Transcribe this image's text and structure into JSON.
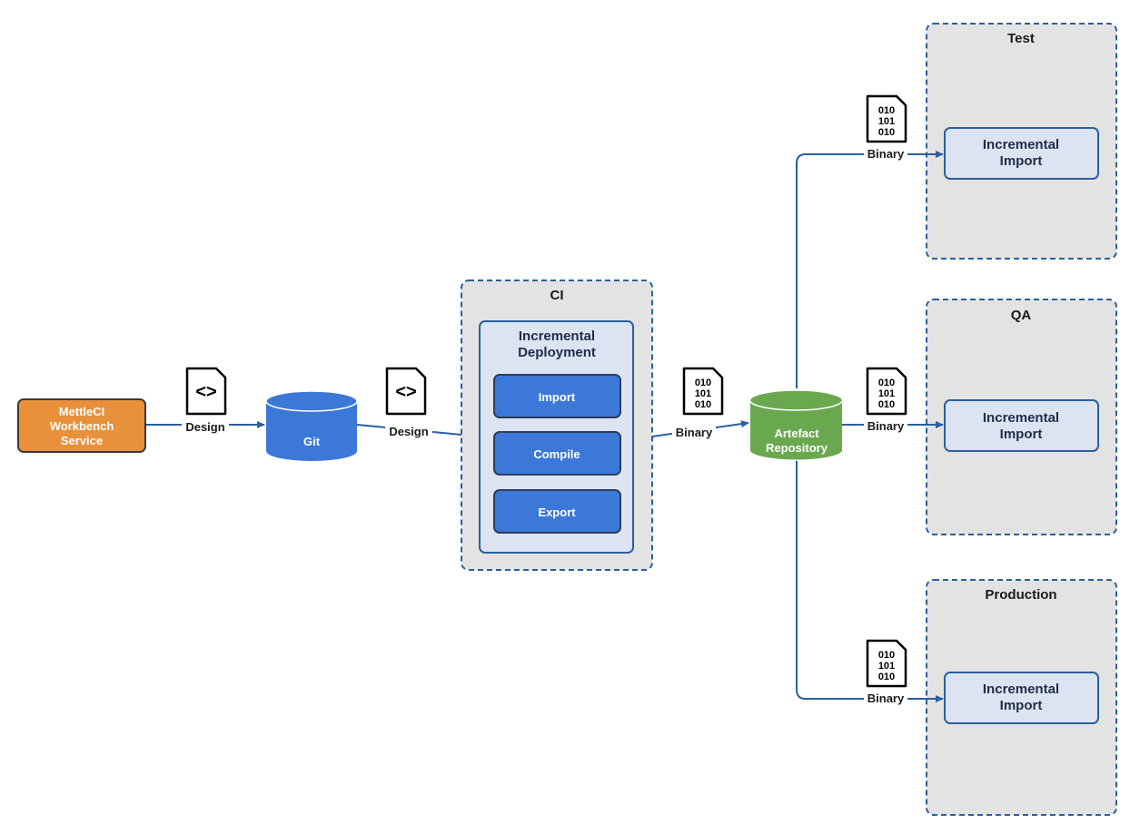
{
  "source": {
    "lines": [
      "MettleCI",
      "Workbench",
      "Service"
    ]
  },
  "git": {
    "label": "Git"
  },
  "ci": {
    "title": "CI",
    "inner_title_lines": [
      "Incremental",
      "Deployment"
    ],
    "steps": [
      "Import",
      "Compile",
      "Export"
    ]
  },
  "repo": {
    "lines": [
      "Artefact",
      "Repository"
    ]
  },
  "flows": {
    "design_1": "Design",
    "design_2": "Design",
    "binary_ci": "Binary",
    "binary_test": "Binary",
    "binary_qa": "Binary",
    "binary_prod": "Binary"
  },
  "environments": [
    {
      "title": "Test",
      "task_lines": [
        "Incremental",
        "Import"
      ]
    },
    {
      "title": "QA",
      "task_lines": [
        "Incremental",
        "Import"
      ]
    },
    {
      "title": "Production",
      "task_lines": [
        "Incremental",
        "Import"
      ]
    }
  ],
  "icons": {
    "code_glyph": "<>",
    "binary_rows": [
      "010",
      "101",
      "010"
    ]
  },
  "colors": {
    "source_fill": "#e8913a",
    "db_fill": "#3c78d8",
    "repo_fill": "#6aa84f",
    "step_fill": "#3c78d8",
    "connector": "#2b5f9e",
    "group_fill": "#e3e3e3",
    "group_border": "#2b5f9e",
    "inner_fill": "#dbe4f0"
  }
}
